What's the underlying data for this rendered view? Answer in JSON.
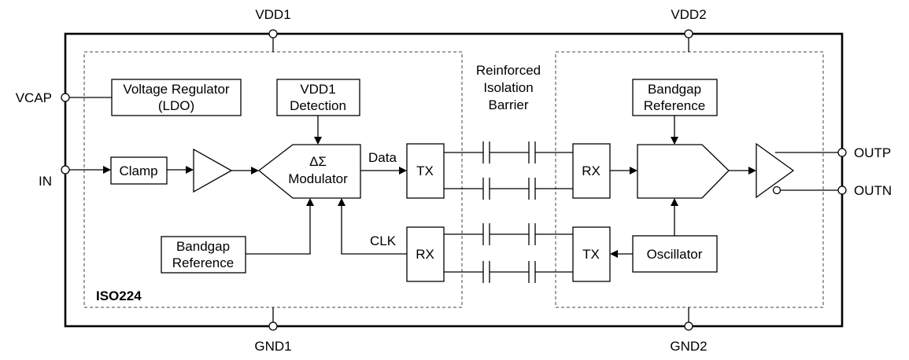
{
  "pins": {
    "vdd1": "VDD1",
    "vdd2": "VDD2",
    "gnd1": "GND1",
    "gnd2": "GND2",
    "vcap": "VCAP",
    "in": "IN",
    "outp": "OUTP",
    "outn": "OUTN"
  },
  "device_name": "ISO224",
  "barrier": {
    "line1": "Reinforced",
    "line2": "Isolation",
    "line3": "Barrier"
  },
  "blocks": {
    "ldo_line1": "Voltage Regulator",
    "ldo_line2": "(LDO)",
    "vdd1_det_line1": "VDD1",
    "vdd1_det_line2": "Detection",
    "clamp": "Clamp",
    "modulator_line1": "ΔΣ",
    "modulator_line2": "Modulator",
    "bandgap_left_line1": "Bandgap",
    "bandgap_left_line2": "Reference",
    "tx_left": "TX",
    "rx_left": "RX",
    "rx_right": "RX",
    "tx_right": "TX",
    "bandgap_right_line1": "Bandgap",
    "bandgap_right_line2": "Reference",
    "oscillator": "Oscillator"
  },
  "signals": {
    "data": "Data",
    "clk": "CLK"
  }
}
